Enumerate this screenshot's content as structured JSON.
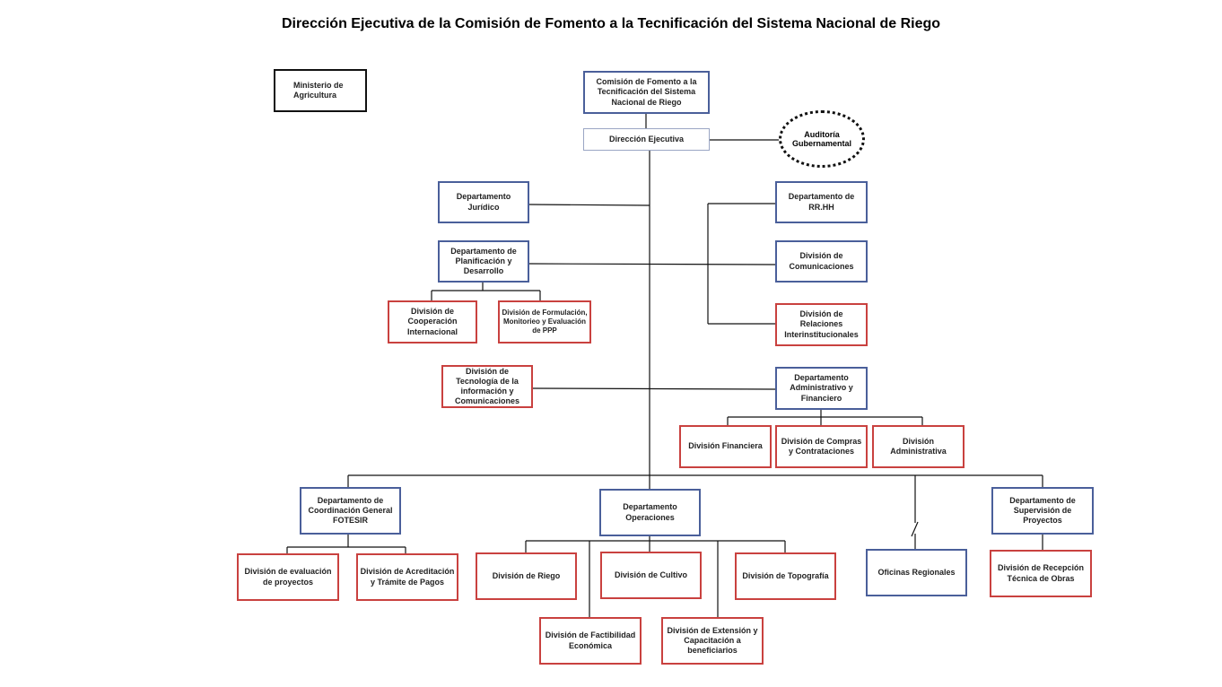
{
  "title": "Dirección Ejecutiva de la Comisión de Fomento a la  Tecnificación del Sistema Nacional de Riego",
  "units": {
    "ministerio": "Ministerio de Agricultura",
    "comision": "Comisión de Fomento a la Tecnificación del Sistema Nacional de Riego",
    "direccion": "Dirección Ejecutiva",
    "auditoria": "Auditoría Gubernamental",
    "juridico": "Departamento Jurídico",
    "rrhh": "Departamento de RR.HH",
    "planificacion": "Departamento de Planificación y Desarrollo",
    "comunicaciones": "División de Comunicaciones",
    "cooperacion": "División de Cooperación Internacional",
    "formulacion": "División de Formulación, Monitorieo y Evaluación de PPP",
    "relaciones": "División de Relaciones Interinstitucionales",
    "tecnologia": "División de Tecnología de la información y Comunicaciones",
    "admin_fin": "Departamento Administrativo y Financiero",
    "financiera": "División Financiera",
    "compras": "División de Compras y Contrataciones",
    "administrativa": "División Administrativa",
    "coordinacion": "Departamento de Coordinación General FOTESIR",
    "operaciones": "Departamento Operaciones",
    "supervision": "Departamento de Supervisión de Proyectos",
    "oficinas": "Oficinas Regionales",
    "evaluacion": "División de evaluación de proyectos",
    "acreditacion": "División de Acreditación y Trámite de Pagos",
    "riego": "División de Riego",
    "cultivo": "División de Cultivo",
    "topografia": "División de Topografía",
    "recepcion": "División de Recepción Técnica de Obras",
    "factibilidad": "División de Factibilidad Económica",
    "extension": "División de Extensión y Capacitación a beneficiarios"
  }
}
